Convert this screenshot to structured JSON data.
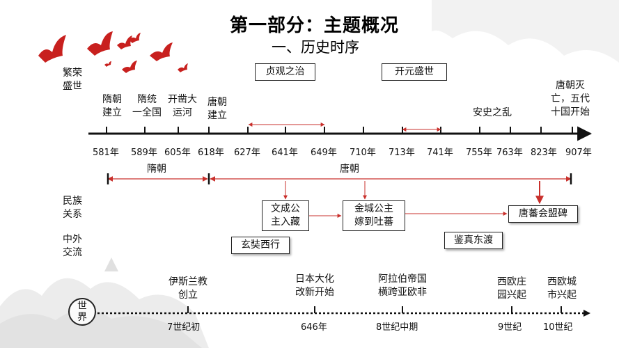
{
  "title": "第一部分：主题概况",
  "subtitle": "一、历史时序",
  "side_labels": {
    "prosperity": "繁荣\n盛世",
    "ethnic": "民族\n关系",
    "foreign": "中外\n交流"
  },
  "prosperity_boxes": [
    "贞观之治",
    "开元盛世"
  ],
  "top_events": [
    "隋朝\n建立",
    "隋统\n一全国",
    "开凿大\n运河",
    "唐朝\n建立",
    "安史之乱",
    "唐朝灭\n亡，五代\n十国开始"
  ],
  "years": [
    "581年",
    "589年",
    "605年",
    "618年",
    "627年",
    "641年",
    "649年",
    "710年",
    "713年",
    "741年",
    "755年",
    "763年",
    "823年",
    "907年"
  ],
  "eras": [
    "隋朝",
    "唐朝"
  ],
  "ethnic_events": [
    "文成公\n主入藏",
    "金城公主\n嫁到吐蕃",
    "唐蕃会盟碑"
  ],
  "foreign_events": [
    "玄奘西行",
    "鉴真东渡"
  ],
  "world_label": "世\n界",
  "world_events": [
    {
      "event": "伊斯兰教\n创立",
      "time": "7世纪初"
    },
    {
      "event": "日本大化\n改新开始",
      "time": "646年"
    },
    {
      "event": "阿拉伯帝国\n横跨亚欧非",
      "time": "8世纪中期"
    },
    {
      "event": "西欧庄\n园兴起",
      "time": "9世纪"
    },
    {
      "event": "西欧城\n市兴起",
      "time": "10世纪"
    }
  ],
  "colors": {
    "accent": "#c9302c",
    "line": "#111111"
  }
}
